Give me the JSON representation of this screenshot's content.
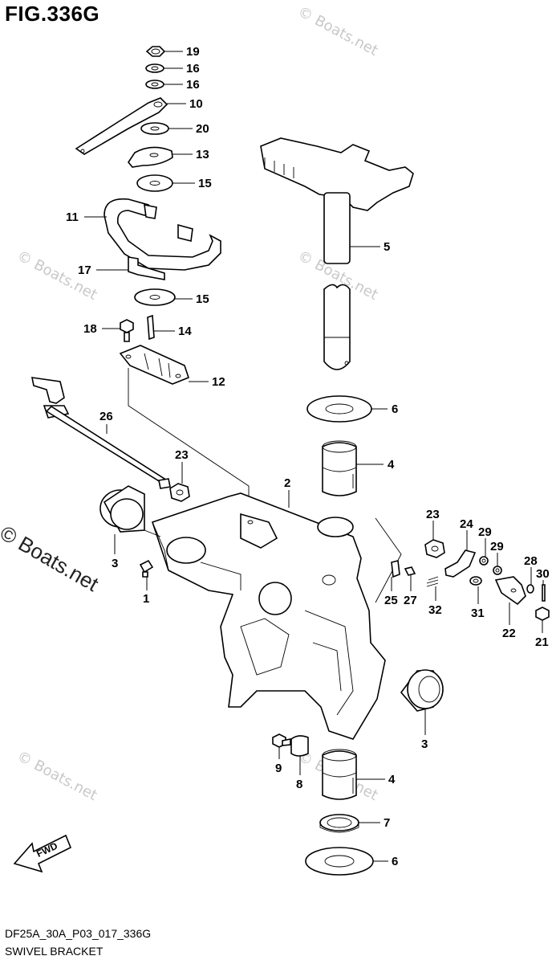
{
  "figure": {
    "title": "FIG.336G",
    "code": "DF25A_30A_P03_017_336G",
    "name": "SWIVEL BRACKET"
  },
  "watermark": {
    "main": "© Boats.net",
    "faint": "© Boats.net"
  },
  "fwd_label": "FWD",
  "callouts": {
    "c19": "19",
    "c16a": "16",
    "c16b": "16",
    "c10": "10",
    "c20": "20",
    "c13": "13",
    "c15a": "15",
    "c11": "11",
    "c17": "17",
    "c15b": "15",
    "c18": "18",
    "c14": "14",
    "c12": "12",
    "c5": "5",
    "c6a": "6",
    "c4a": "4",
    "c26": "26",
    "c23a": "23",
    "c2": "2",
    "c3a": "3",
    "c1": "1",
    "c23b": "23",
    "c24": "24",
    "c29a": "29",
    "c29b": "29",
    "c28": "28",
    "c30": "30",
    "c25": "25",
    "c27": "27",
    "c32": "32",
    "c31": "31",
    "c22": "22",
    "c21": "21",
    "c3b": "3",
    "c9": "9",
    "c8": "8",
    "c4b": "4",
    "c7": "7",
    "c6b": "6"
  }
}
